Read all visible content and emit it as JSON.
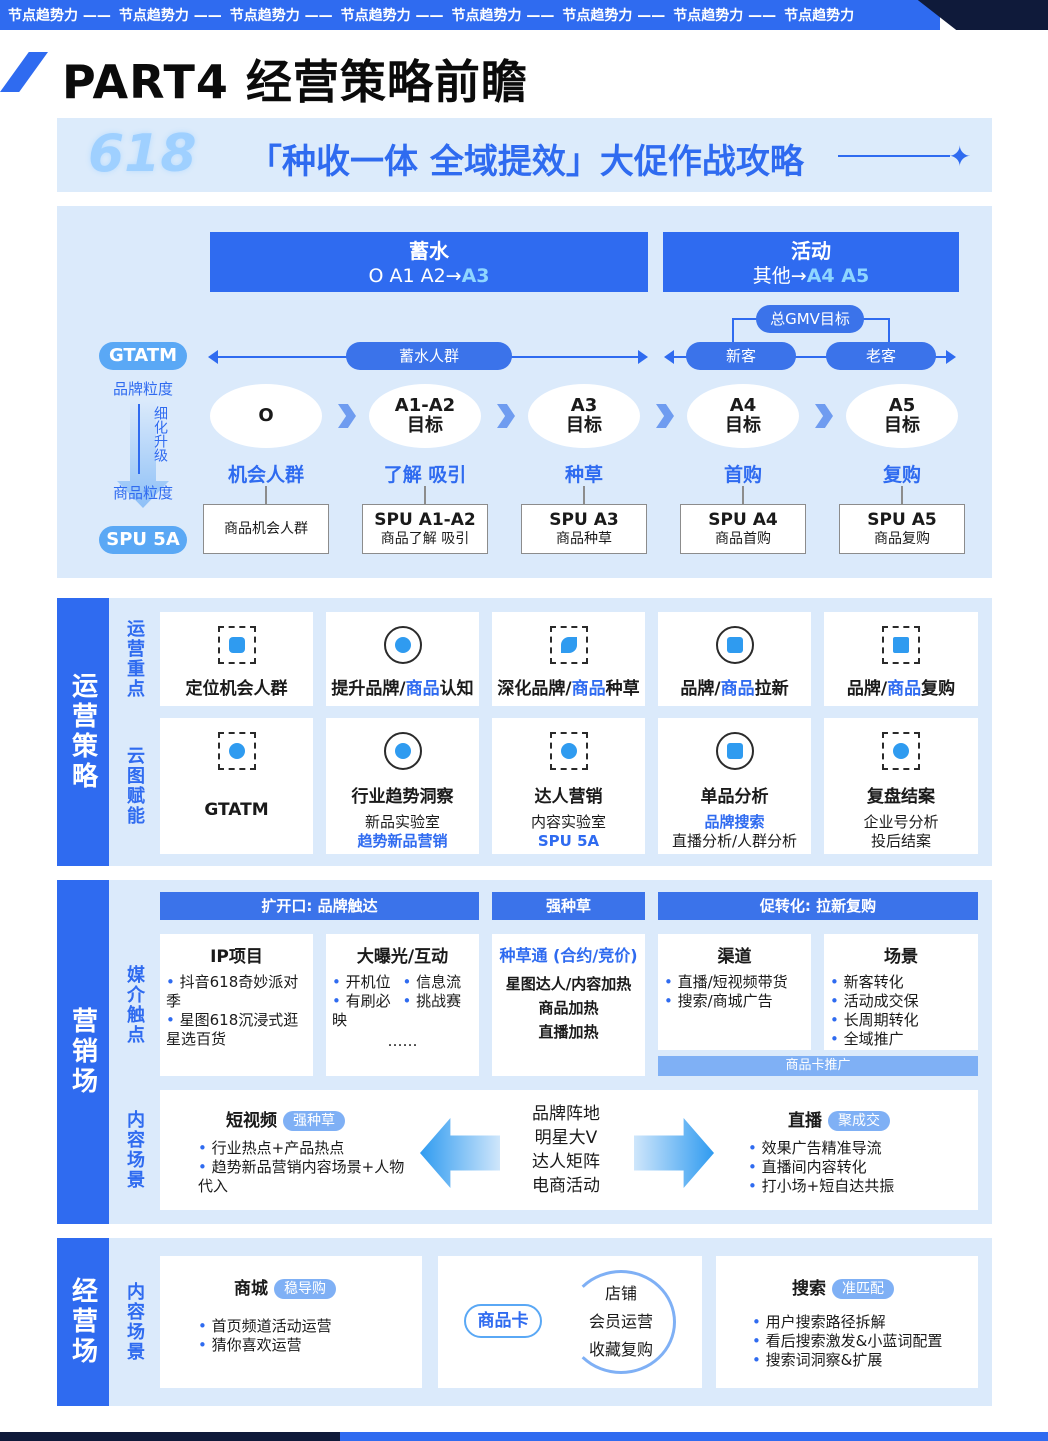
{
  "header": {
    "topbar_items": [
      "节点趋势力 ——",
      "节点趋势力 ——",
      "节点趋势力 ——",
      "节点趋势力 ——",
      "节点趋势力 ——",
      "节点趋势力 ——",
      "节点趋势力 ——",
      "节点趋势力"
    ],
    "title": "PART4  经营策略前瞻"
  },
  "banner": {
    "logo": "618",
    "text": "「种收一体 全域提效」大促作战攻略"
  },
  "funnel": {
    "xushui": {
      "title": "蓄水",
      "line_prefix": "O A1 A2→",
      "line_highlight": "A3"
    },
    "huodong": {
      "title": "活动",
      "line_prefix": "其他→",
      "line_highlight": "A4 A5"
    },
    "gmv_label": "总GMV目标",
    "xushui_crowd": "蓄水人群",
    "new_customer": "新客",
    "old_customer": "老客",
    "gtatm_label": "GTATM",
    "brand_granularity": "品牌粒度",
    "refine_upgrade": "细化升级",
    "product_granularity": "商品粒度",
    "spu5a_label": "SPU 5A",
    "stages": [
      {
        "node": "O",
        "node2": "",
        "stage": "机会人群",
        "spu1": "",
        "spu2": "商品机会人群"
      },
      {
        "node": "A1-A2",
        "node2": "目标",
        "stage": "了解 吸引",
        "spu1": "SPU A1-A2",
        "spu2": "商品了解 吸引"
      },
      {
        "node": "A3",
        "node2": "目标",
        "stage": "种草",
        "spu1": "SPU A3",
        "spu2": "商品种草"
      },
      {
        "node": "A4",
        "node2": "目标",
        "stage": "首购",
        "spu1": "SPU A4",
        "spu2": "商品首购"
      },
      {
        "node": "A5",
        "node2": "目标",
        "stage": "复购",
        "spu1": "SPU A5",
        "spu2": "商品复购"
      }
    ]
  },
  "ops": {
    "side": "运营策略",
    "row1_label": "运营重点",
    "row2_label": "云图赋能",
    "focus": [
      {
        "icon": "person-target-icon",
        "pre": "定位机会人群",
        "hl": "",
        "post": ""
      },
      {
        "icon": "snowflake-icon",
        "pre": "提升品牌/",
        "hl": "商品",
        "post": "认知"
      },
      {
        "icon": "sprout-icon",
        "pre": "深化品牌/",
        "hl": "商品",
        "post": "种草"
      },
      {
        "icon": "phone-plus-icon",
        "pre": "品牌/",
        "hl": "商品",
        "post": "拉新"
      },
      {
        "icon": "gift-icon",
        "pre": "品牌/",
        "hl": "商品",
        "post": "复购"
      }
    ],
    "yuntu": [
      {
        "icon": "network-icon",
        "title": "GTATM",
        "l1": "",
        "l2": ""
      },
      {
        "icon": "eye-icon",
        "title": "行业趋势洞察",
        "l1": "新品实验室",
        "l2": "趋势新品营销"
      },
      {
        "icon": "influencer-icon",
        "title": "达人营销",
        "l1": "内容实验室",
        "l2": "SPU 5A"
      },
      {
        "icon": "bag-icon",
        "title": "单品分析",
        "l1": "品牌搜索",
        "l2": "直播分析/人群分析"
      },
      {
        "icon": "bulb-icon",
        "title": "复盘结案",
        "l1": "企业号分析",
        "l2": "投后结案"
      }
    ]
  },
  "marketing": {
    "side": "营销场",
    "row1_label": "媒介触点",
    "row2_label": "内容场景",
    "headers": [
      "扩开口: 品牌触达",
      "强种草",
      "促转化: 拉新复购"
    ],
    "ip_title": "IP项目",
    "ip_items": [
      "抖音618奇妙派对季",
      "星图618沉浸式逛星选百货"
    ],
    "exposure_title": "大曝光/互动",
    "exposure_items": [
      "开机位",
      "信息流",
      "有刷必映",
      "挑战赛"
    ],
    "exposure_more": "……",
    "zhongcao_title": "种草通 (合约/竞价)",
    "zhongcao_items": [
      "星图达人/内容加热",
      "商品加热",
      "直播加热"
    ],
    "channel_title": "渠道",
    "channel_items": [
      "直播/短视频带货",
      "搜索/商城广告"
    ],
    "scene_title": "场景",
    "scene_items": [
      "新客转化",
      "活动成交保",
      "长周期转化",
      "全域推广"
    ],
    "product_card_promo": "商品卡推广",
    "short_video": {
      "title": "短视频",
      "tag": "强种草",
      "items": [
        "行业热点+产品热点",
        "趋势新品营销内容场景+人物代入"
      ]
    },
    "center_items": [
      "品牌阵地",
      "明星大V",
      "达人矩阵",
      "电商活动"
    ],
    "live": {
      "title": "直播",
      "tag": "聚成交",
      "items": [
        "效果广告精准导流",
        "直播间内容转化",
        "打小场+短自达共振"
      ]
    }
  },
  "business": {
    "side": "经营场",
    "row_label": "内容场景",
    "mall": {
      "title": "商城",
      "tag": "稳导购",
      "items": [
        "首页频道活动运营",
        "猜你喜欢运营"
      ]
    },
    "product_card": "商品卡",
    "store_items": [
      "店铺",
      "会员运营",
      "收藏复购"
    ],
    "search": {
      "title": "搜索",
      "tag": "准匹配",
      "items": [
        "用户搜索路径拆解",
        "看后搜索激发&小蓝词配置",
        "搜索词洞察&扩展"
      ]
    }
  }
}
